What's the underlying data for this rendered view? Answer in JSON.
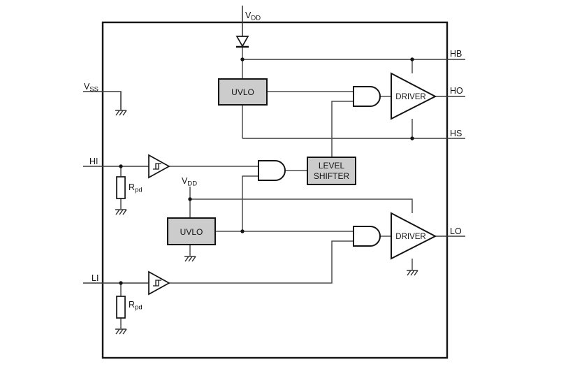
{
  "pins": {
    "vdd_top": {
      "name": "V",
      "sub": "DD"
    },
    "vss": {
      "name": "V",
      "sub": "SS"
    },
    "hi": "HI",
    "li": "LI",
    "hb": "HB",
    "ho": "HO",
    "hs": "HS",
    "lo": "LO"
  },
  "blocks": {
    "uvlo_high": "UVLO",
    "uvlo_low": "UVLO",
    "level_shifter": {
      "line1": "LEVEL",
      "line2": "SHIFTER"
    },
    "driver_high": "DRIVER",
    "driver_low": "DRIVER"
  },
  "parts": {
    "vdd_internal": {
      "name": "V",
      "sub": "DD"
    },
    "rpd_hi": {
      "name": "R",
      "sub": "pd"
    },
    "rpd_li": {
      "name": "R",
      "sub": "pd"
    }
  },
  "colors": {
    "background": "#ffffff",
    "block_fill": "#cccccc",
    "wire": "#4d4d4d",
    "outline": "#141414"
  }
}
